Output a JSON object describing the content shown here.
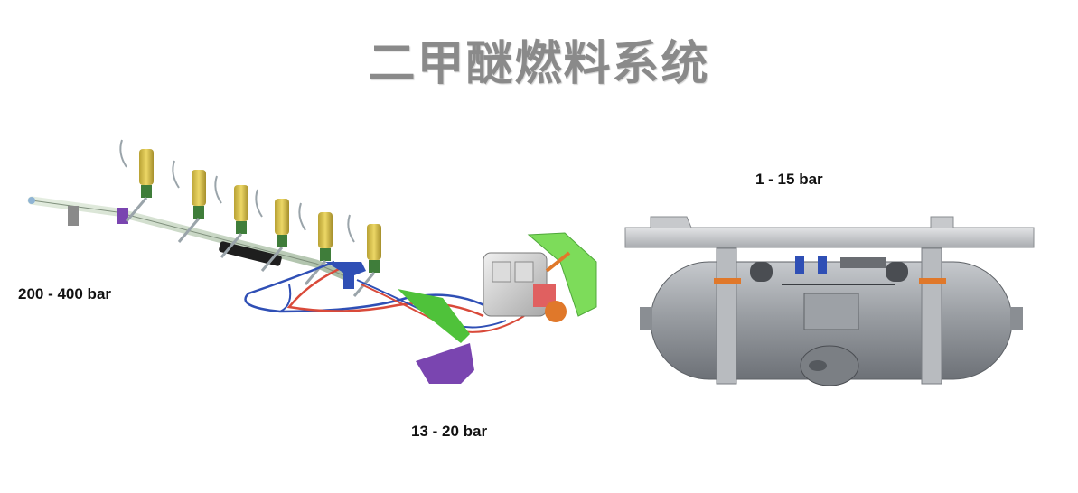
{
  "title": "二甲醚燃料系统",
  "labels": {
    "high_pressure": "200 - 400 bar",
    "mid_pressure": "13 - 20 bar",
    "low_pressure": "1 - 15 bar"
  },
  "colors": {
    "injector_body": "#d9c24a",
    "injector_tip": "#3f7d3a",
    "rail": "#c9d9c4",
    "pipe_blue": "#2f4fb5",
    "pipe_red": "#d94a3a",
    "bracket_purple": "#7a45b0",
    "bracket_green": "#4fc23a",
    "tank_gray": "#9a9ea3",
    "frame_gray": "#c7c9cc",
    "valve_orange": "#e0782a"
  }
}
